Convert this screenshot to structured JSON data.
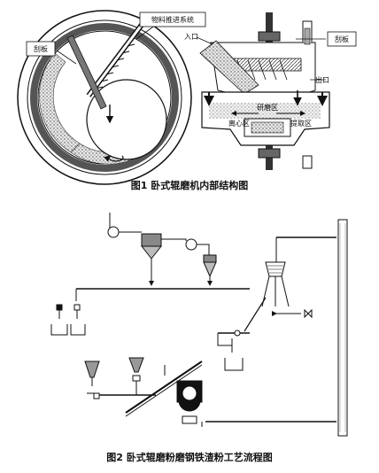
{
  "figure1": {
    "caption": "图1  卧式辊磨机内部结构图",
    "labels": {
      "feed_system": "物料推进系统",
      "scraper_left": "刮板",
      "inlet": "入口",
      "scraper_right": "刮板",
      "outlet": "出口",
      "grinding_zone": "研磨区",
      "centrifugal_zone": "离心区",
      "extraction_zone": "提取区"
    }
  },
  "figure2": {
    "caption": "图2  卧式辊磨粉磨钢铁渣粉工艺流程图"
  }
}
